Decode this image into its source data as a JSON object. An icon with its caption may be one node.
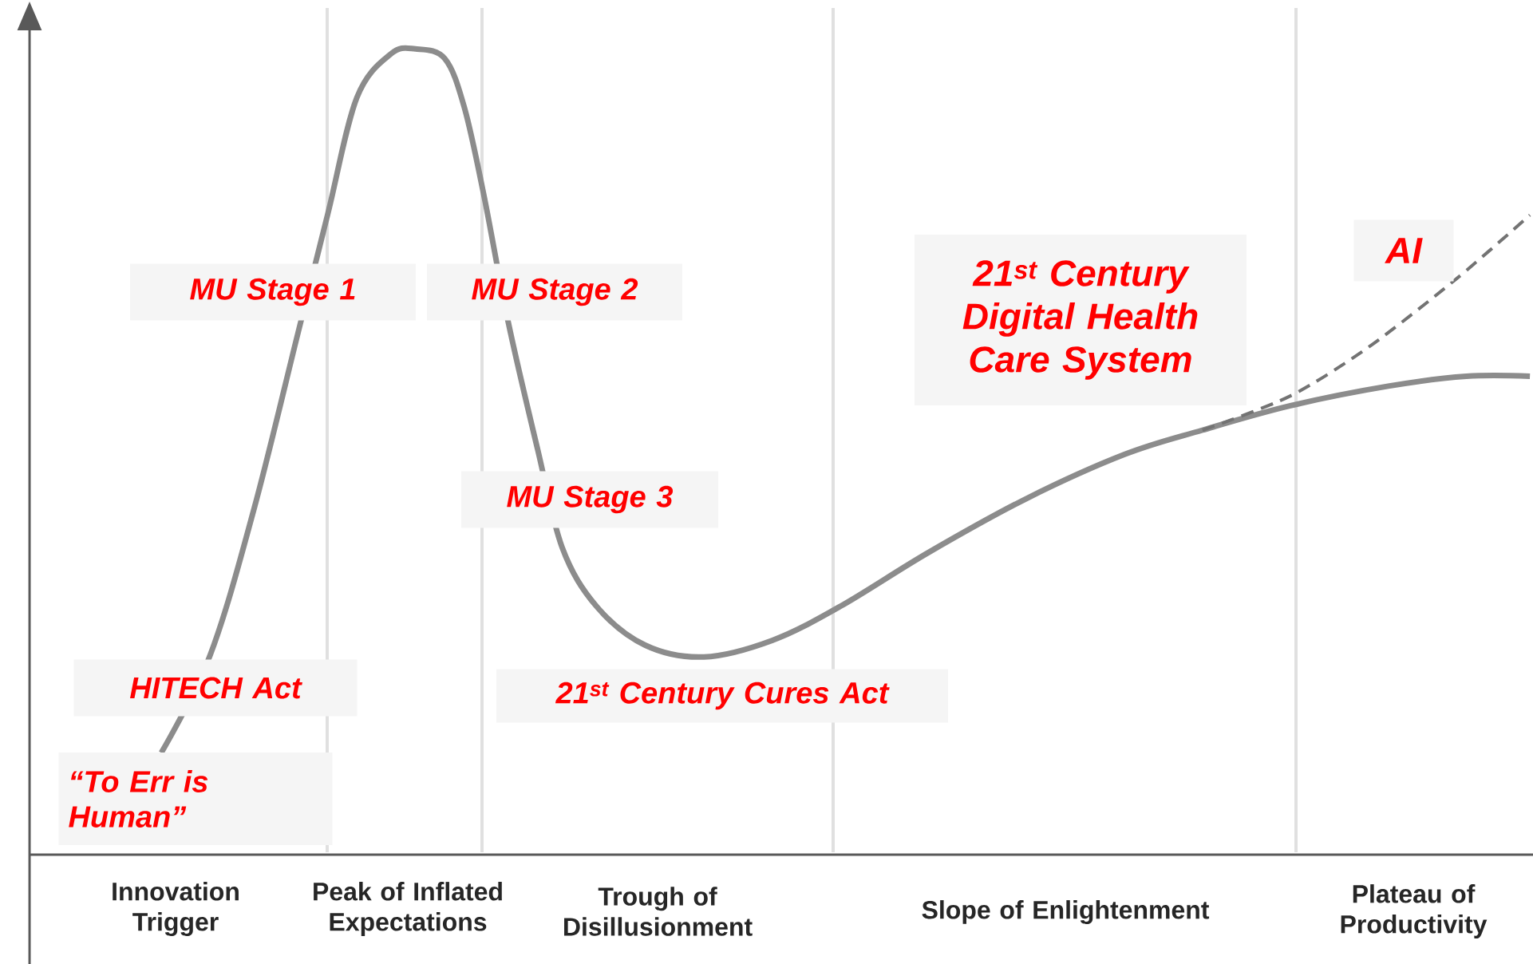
{
  "diagram": {
    "nodes": [
      {
        "text": [
          "“To Err is Human”"
        ]
      },
      {
        "text": [
          "HITECH Act"
        ]
      },
      {
        "text": [
          "MU Stage 1"
        ]
      },
      {
        "text": [
          "MU Stage 2"
        ]
      },
      {
        "text": [
          "MU Stage 3"
        ]
      },
      {
        "text": [
          "21$^{st}$ Century Cures Act"
        ]
      },
      {
        "text": [
          "21$^{st}$ Century Digital Health Care System"
        ]
      },
      {
        "text": [
          "AI"
        ]
      }
    ],
    "labels": [
      "Innovation Trigger",
      "Peak of Inflated Expectations",
      "Trough of Disillusionment",
      "Slope of Enlightenment",
      "Plateau of Productivity"
    ]
  }
}
